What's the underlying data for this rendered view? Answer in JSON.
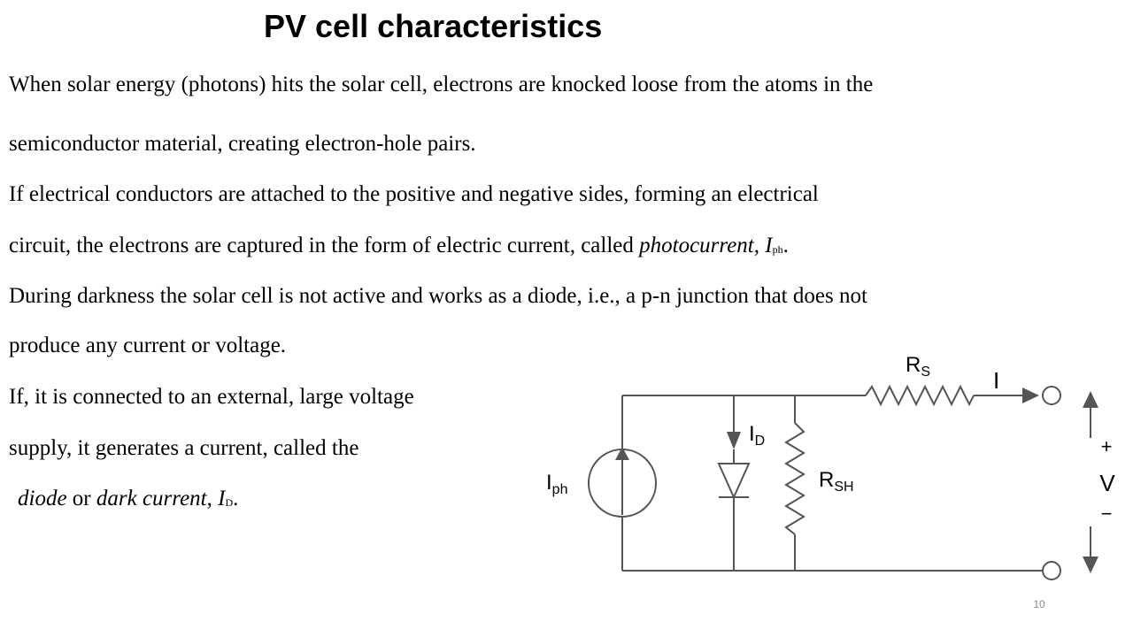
{
  "slide": {
    "title": "PV cell characteristics",
    "page_number": "10",
    "colors": {
      "text": "#000000",
      "circuit_line": "#555555",
      "page_number": "#8a8a8a",
      "background": "#ffffff"
    }
  },
  "body": {
    "line1": "When solar energy (photons) hits the solar cell, electrons are knocked loose from the atoms in the",
    "line2": "semiconductor material, creating electron-hole pairs.",
    "line3": "If electrical conductors are attached to the positive and negative sides, forming an electrical",
    "line4_text": "circuit, the electrons are captured in the form of electric current, called ",
    "line4_term": "photocurrent",
    "line4_sep": ", ",
    "line4_symbol": "I",
    "line4_subscript": "ph",
    "line4_end": ".",
    "line5": "During darkness the solar cell is not active and works as a diode, i.e., a p-n junction that does not",
    "line6": "produce any current or voltage.",
    "line7": "If, it is connected to an external, large voltage",
    "line8": "supply, it generates a current, called the",
    "line9_term1": "diode",
    "line9_or": " or ",
    "line9_term2": "dark current",
    "line9_sep": ", ",
    "line9_symbol": "I",
    "line9_subscript": "D",
    "line9_end": "."
  },
  "circuit": {
    "series_resistor": {
      "symbol": "R",
      "subscript": "S"
    },
    "output_current": "I",
    "diode_current": {
      "symbol": "I",
      "subscript": "D"
    },
    "current_source": {
      "symbol": "I",
      "subscript": "ph"
    },
    "shunt_resistor": {
      "symbol": "R",
      "subscript": "SH"
    },
    "voltage": {
      "plus": "+",
      "symbol": "V",
      "minus": "−"
    }
  }
}
